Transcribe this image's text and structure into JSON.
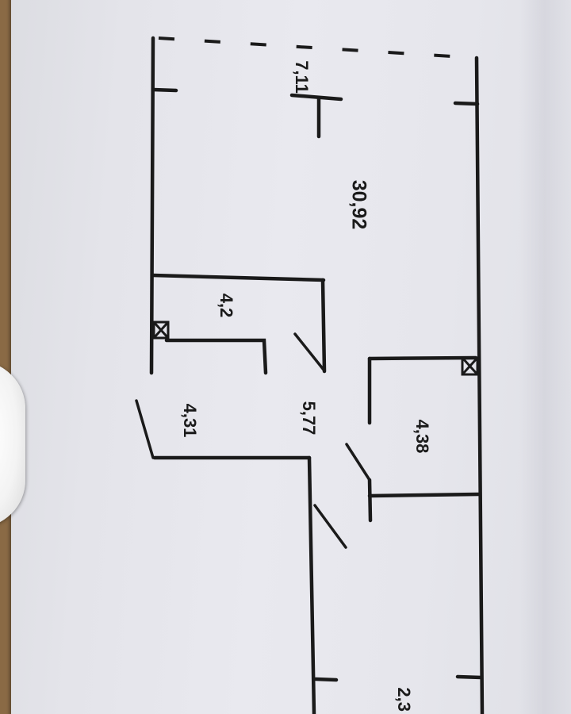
{
  "room_areas": {
    "room_top_small": "7,11",
    "room_main": "30,92",
    "room_bath": "4,2",
    "room_entry": "4,31",
    "room_hall": "5,77",
    "room_right": "4,38",
    "room_bottom_cut": "2,3"
  },
  "colors": {
    "paper": "#e6e6ec",
    "ink": "#1a1a1a",
    "table_wood": "#8a6a45"
  },
  "icons": {
    "shaft": "boxed-x-icon"
  }
}
